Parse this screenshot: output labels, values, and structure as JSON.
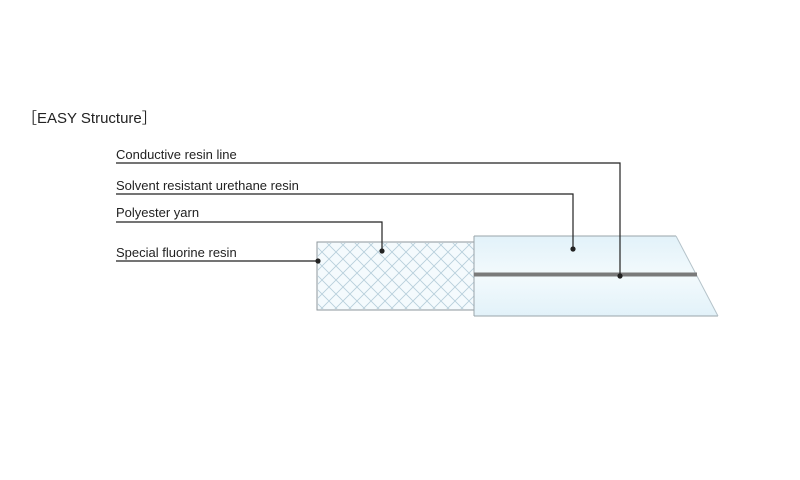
{
  "title": "［EASY Structure］",
  "labels": {
    "conductive_line": "Conductive resin line",
    "urethane_resin": "Solvent resistant urethane resin",
    "polyester_yarn": "Polyester yarn",
    "fluorine_resin": "Special fluorine resin"
  },
  "colors": {
    "text": "#222222",
    "tube_fill": "#eaf6fb",
    "tube_outline": "#9aa4aa",
    "mesh": "#b8cfdc",
    "conductive_line": "#777777"
  }
}
